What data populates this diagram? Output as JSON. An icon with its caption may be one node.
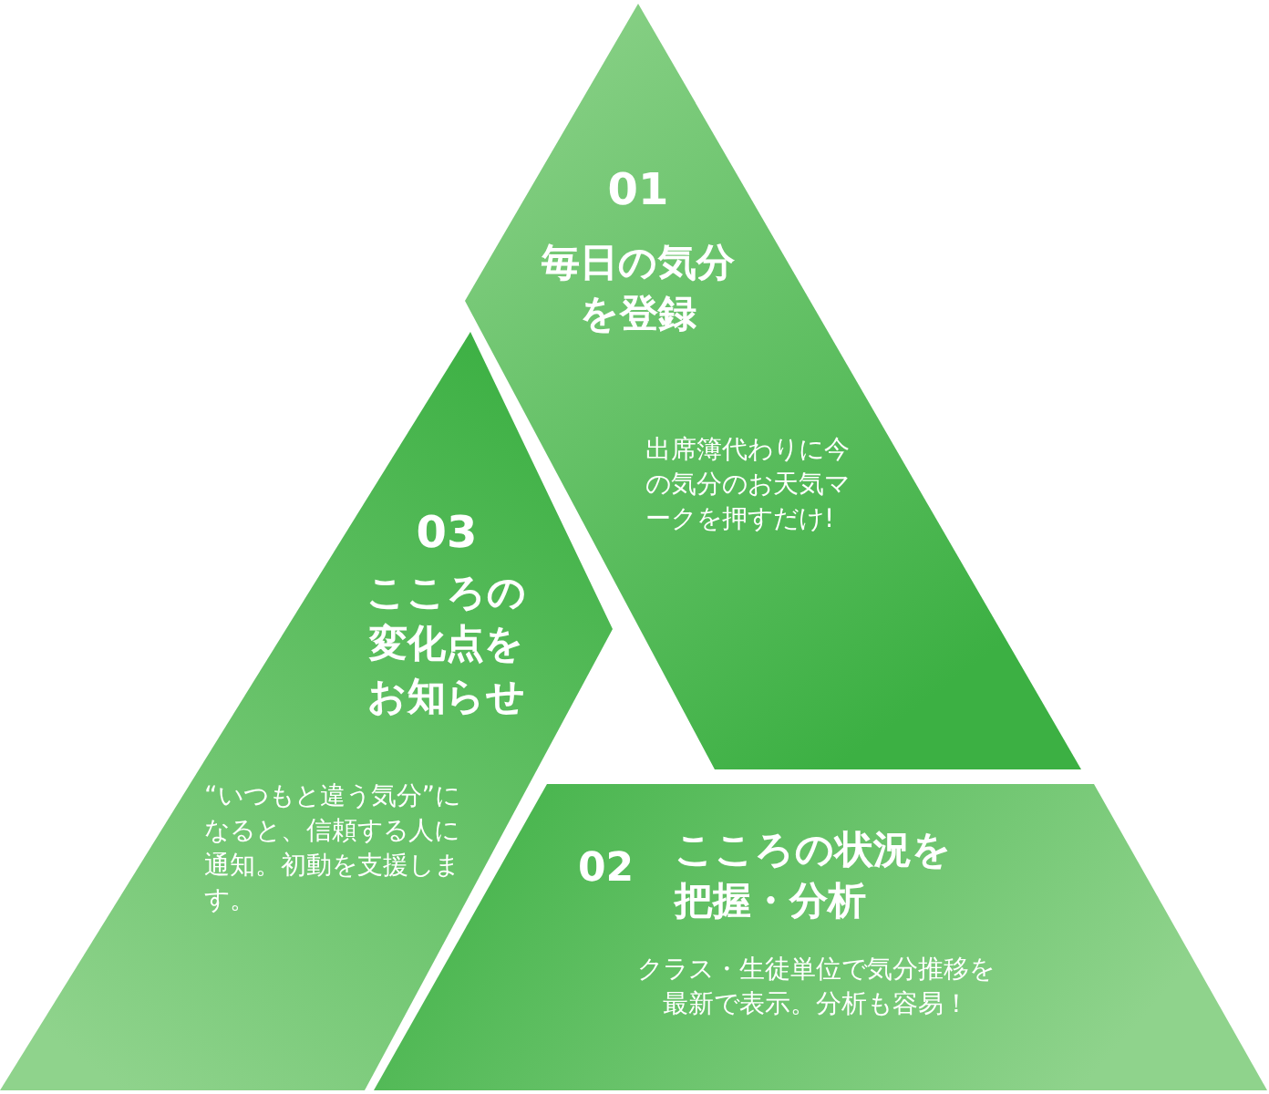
{
  "diagram": {
    "nodes": [
      {
        "text": [
          "01",
          "毎日の気分を登録",
          "出席簿代わりに今の気分のお天気マークを押すだけ!"
        ]
      },
      {
        "text": [
          "02",
          "こころの状況を把握・分析",
          "クラス・生徒単位で気分推移を最新で表示。分析も容易！"
        ]
      },
      {
        "text": [
          "03",
          "こころの変化点をお知らせ",
          "“いつもと違う気分”になると、信頼する人に通知。初動を支援します。"
        ]
      }
    ]
  }
}
